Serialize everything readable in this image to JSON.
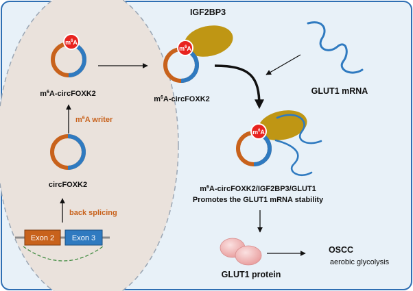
{
  "colors": {
    "background_panel": "#e8f1f8",
    "nucleus": "#eae2dc",
    "circ_orange": "#c8621c",
    "circ_blue": "#2f7ac0",
    "m6a_badge": "#e8231f",
    "igf2bp3": "#bf9614",
    "glut1_protein": "#f0b7b7",
    "exon_orange": "#c8621c",
    "exon_blue": "#2f7ac0",
    "arrow": "#111111",
    "writer_text": "#c8621c"
  },
  "nucleus": {
    "circ_top_label_pre": "m",
    "circ_top_label_sup": "6",
    "circ_top_label_post": "A-circFOXK2",
    "m6a_writer_pre": "m",
    "m6a_writer_sup": "6",
    "m6a_writer_post": "A writer",
    "circ_bottom_label": "circFOXK2",
    "back_splicing": "back splicing",
    "exon2": "Exon 2",
    "exon3": "Exon 3"
  },
  "badge": {
    "pre": "m",
    "sup": "6",
    "post": "A"
  },
  "cytoplasm": {
    "igf2bp3": "IGF2BP3",
    "circ_label_pre": "m",
    "circ_label_sup": "6",
    "circ_label_post": "A-circFOXK2",
    "glut1_mrna": "GLUT1 mRNA",
    "complex_label_pre": "m",
    "complex_label_sup": "6",
    "complex_label_post": "A-circFOXK2/IGF2BP3/GLUT1",
    "complex_desc": "Promotes the GLUT1 mRNA stability",
    "glut1_protein": "GLUT1 protein",
    "oscc": "OSCC",
    "aerobic": "aerobic glycolysis"
  }
}
